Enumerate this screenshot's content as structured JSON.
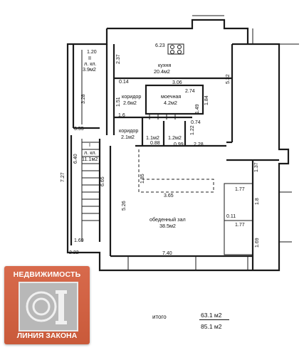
{
  "rooms": {
    "kitchen": {
      "name": "кухня",
      "area": "20.4м2"
    },
    "corridor_top": {
      "name": "коридор",
      "area": "2.6м2"
    },
    "washroom": {
      "name": "моечная",
      "area": "4.2м2"
    },
    "corridor_mid": {
      "name": "коридор",
      "area": "2.1м2"
    },
    "small_1": {
      "area": "1.1м2"
    },
    "small_2": {
      "area": "1.2м2"
    },
    "stair_upper": {
      "name": "II",
      "sub": "л. кл.",
      "area": "3.9м2"
    },
    "stair_lower": {
      "name": "I",
      "sub": "л. кл.",
      "area": "11.1м2"
    },
    "dining": {
      "name": "обеденный зал",
      "area": "38.5м2"
    }
  },
  "dimensions": {
    "d_6_23": "6.23",
    "d_1_20": "1.20",
    "d_2_37": "2.37",
    "d_5_32": "5.32",
    "d_3_06": "3.06",
    "d_2_74": "2.74",
    "d_0_14": "0.14",
    "d_1_84": "1.84",
    "d_1_51": "1.51",
    "d_1_49": "1.49",
    "d_1_6": "1.6",
    "d_3_28": "3.28",
    "d_0_74": "0.74",
    "d_1_22": "1.22",
    "d_3_55": "3.55",
    "d_0_88": "0.88",
    "d_0_99": "0.99",
    "d_2_28": "2.28",
    "d_6_40": "6.40",
    "d_7_27": "7.27",
    "d_6_65": "6.65",
    "d_1_37": "1.37",
    "d_1_85": "1.85",
    "d_3_65": "3.65",
    "d_1_77a": "1.77",
    "d_1_8": "1.8",
    "d_5_26": "5.26",
    "d_0_11": "0.11",
    "d_1_77b": "1.77",
    "d_1_69a": "1.69",
    "d_1_69b": "1.69",
    "d_2_22": "2.22",
    "d_7_40": "7.40"
  },
  "totals": {
    "label": "итого",
    "value_1": "63.1 м2",
    "value_2": "85.1 м2"
  },
  "logo": {
    "line1": "НЕДВИЖИМОСТЬ",
    "line2": "ЛИНИЯ ЗАКОНА"
  },
  "colors": {
    "logo_bg": "#d0603f",
    "wall": "#1a1a1a"
  }
}
